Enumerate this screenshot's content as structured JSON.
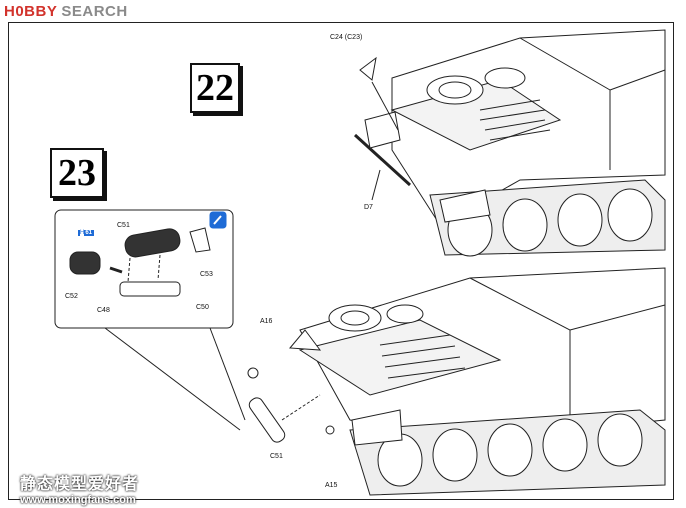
{
  "watermark": {
    "brand_a": "H0BBY",
    "brand_b": "SEARCH"
  },
  "steps": {
    "step22": "22",
    "step23": "23"
  },
  "labels": {
    "c24": "C24 (C23)",
    "d7": "D7",
    "c51_detail": "C51",
    "c53": "C53",
    "c52": "C52",
    "c48": "C48",
    "c50": "C50",
    "a16": "A16",
    "c51_main": "C51",
    "a15": "A15"
  },
  "hint": {
    "prefix": "H",
    "text": "61"
  },
  "bottom_watermark": {
    "cn": "静态模型爱好者",
    "url": "www.moxingfans.com"
  }
}
